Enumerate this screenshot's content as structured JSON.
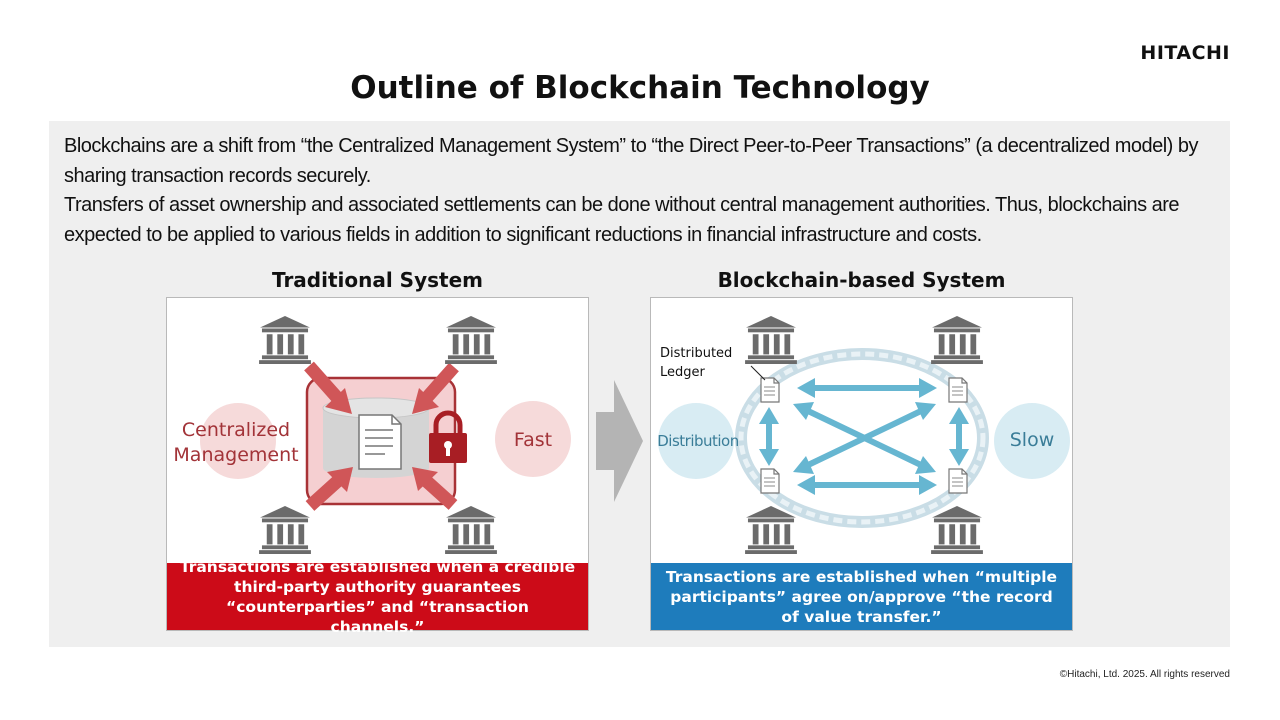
{
  "header": {
    "logo": "HITACHI",
    "title": "Outline of Blockchain Technology"
  },
  "intro": {
    "paragraph1": "Blockchains are a shift from “the Centralized Management System” to “the Direct Peer-to-Peer Transactions” (a decentralized model) by sharing transaction records securely.",
    "paragraph2": "Transfers of asset ownership and associated settlements can be done without central management authorities. Thus, blockchains are expected to be applied to various fields in addition to significant reductions in financial infrastructure and costs."
  },
  "traditional": {
    "heading": "Traditional System",
    "left_label_line1": "Centralized",
    "left_label_line2": "Management",
    "right_label": "Fast",
    "caption": "Transactions are established when a credible third-party authority guarantees “counterparties” and “transaction channels.”",
    "accent_color": "#cc0b18",
    "icons": [
      "bank-icon",
      "document-icon",
      "lock-icon",
      "arrow-icon"
    ]
  },
  "blockchain": {
    "heading": "Blockchain-based System",
    "ledger_label_line1": "Distributed",
    "ledger_label_line2": "Ledger",
    "left_label": "Distribution",
    "right_label": "Slow",
    "caption": "Transactions are established when “multiple participants” agree on/approve “the record of value transfer.”",
    "accent_color": "#1e7cbc",
    "icons": [
      "bank-icon",
      "document-icon",
      "chain-icon",
      "arrow-icon"
    ]
  },
  "transition_icon": "right-arrow-icon",
  "footer": {
    "copyright": "©Hitachi, Ltd. 2025. All rights reserved"
  }
}
